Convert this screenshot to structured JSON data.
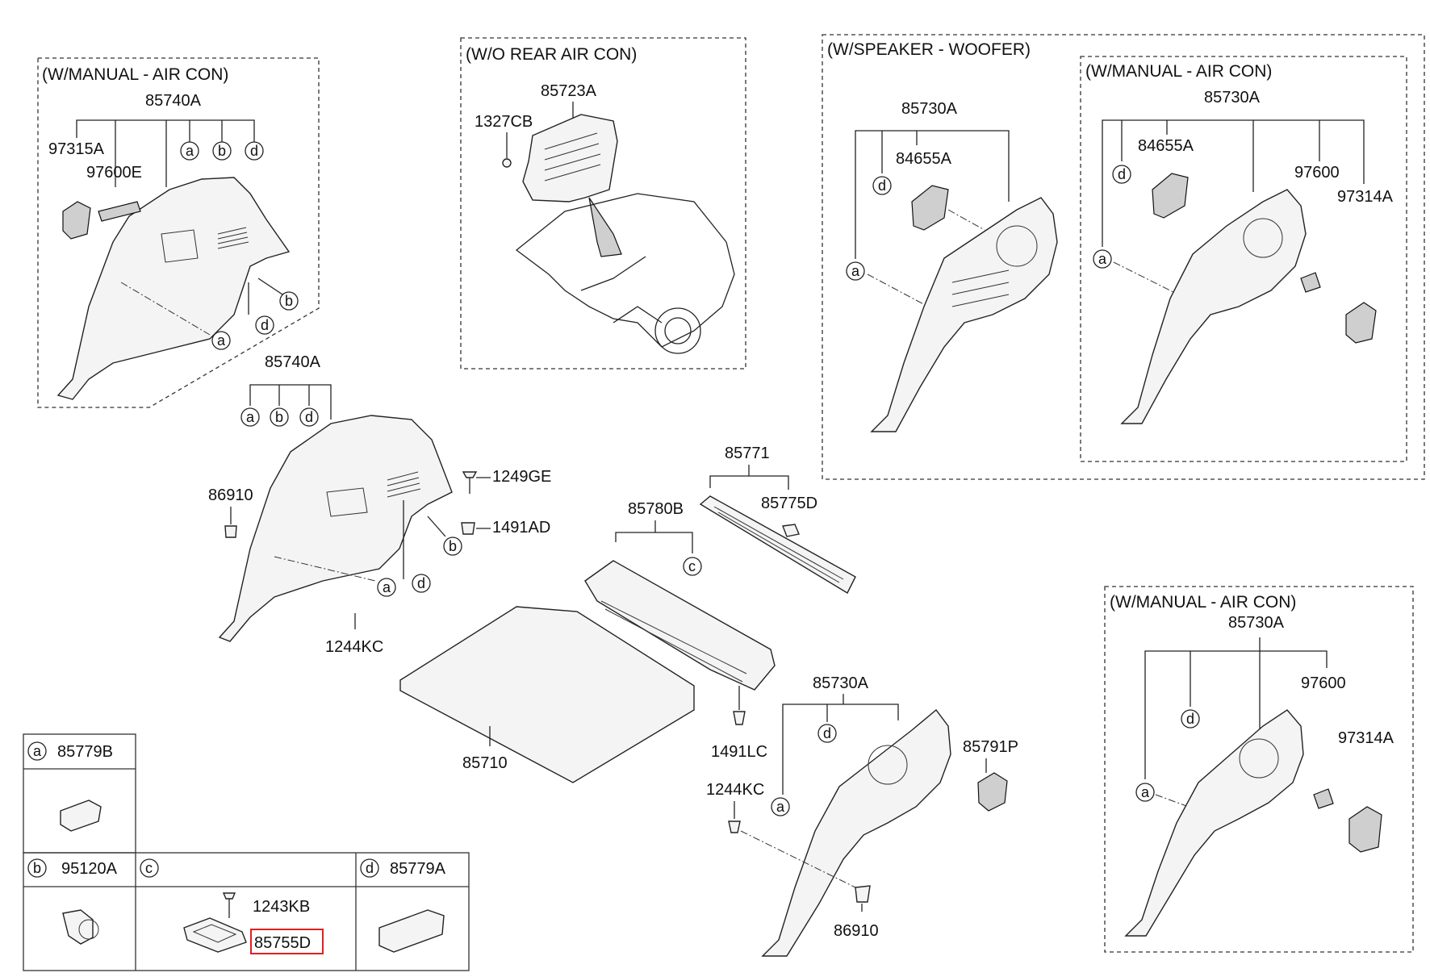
{
  "boxes": {
    "top_left": "(W/MANUAL - AIR CON)",
    "top_mid": "(W/O REAR AIR CON)",
    "top_right_outer": "(W/SPEAKER - WOOFER)",
    "top_right_inner": "(W/MANUAL - AIR CON)",
    "bottom_right": "(W/MANUAL - AIR CON)"
  },
  "parts": {
    "p85740A_top": "85740A",
    "p97315A": "97315A",
    "p97600E": "97600E",
    "p85723A": "85723A",
    "p1327CB": "1327CB",
    "p85730A_woofer": "85730A",
    "p84655A_woofer": "84655A",
    "p85730A_inner": "85730A",
    "p84655A_inner": "84655A",
    "p97600_inner": "97600",
    "p97314A_inner": "97314A",
    "p85740A_mid": "85740A",
    "p86910_left": "86910",
    "p1249GE": "1249GE",
    "p1491AD": "1491AD",
    "p1244KC_left": "1244KC",
    "p85771": "85771",
    "p85775D": "85775D",
    "p85780B": "85780B",
    "p85710": "85710",
    "p1491LC": "1491LC",
    "p85730A_center": "85730A",
    "p85791P": "85791P",
    "p1244KC_center": "1244KC",
    "p86910_center": "86910",
    "p85730A_bottom": "85730A",
    "p97600_bottom": "97600",
    "p97314A_bottom": "97314A"
  },
  "circles": {
    "a": "a",
    "b": "b",
    "c": "c",
    "d": "d"
  },
  "legend": {
    "a_part": "85779B",
    "b_part": "95120A",
    "d_part": "85779A",
    "c_screw": "1243KB",
    "c_part": "85755D"
  },
  "colors": {
    "highlight": "#e02020",
    "line": "#222222"
  }
}
